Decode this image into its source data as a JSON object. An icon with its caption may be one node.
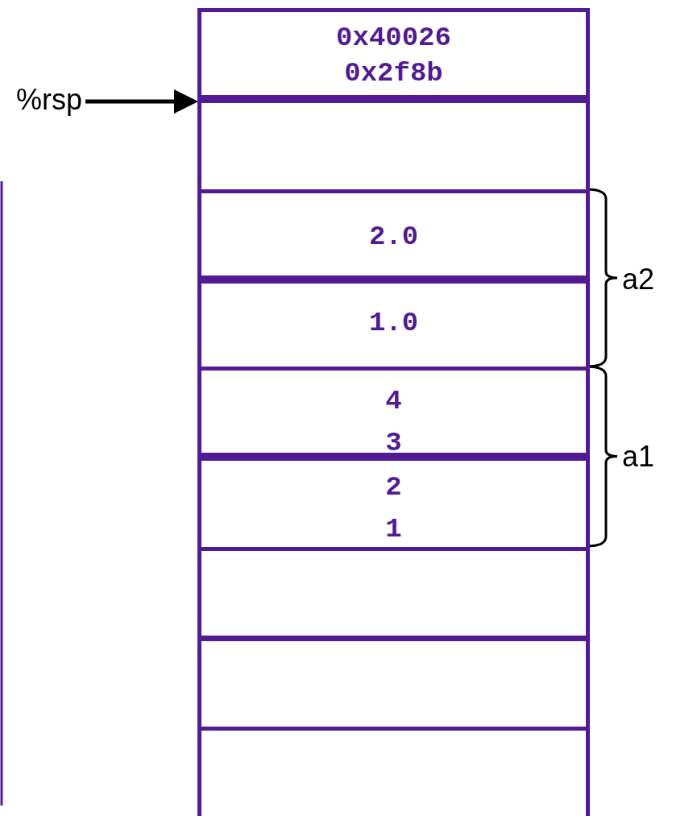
{
  "diagram": {
    "nodes": [
      {
        "text": [
          "0x40026",
          "0x2f8b"
        ]
      },
      {
        "text": [],
        "shape": "box"
      },
      {
        "text": [
          "2.0"
        ]
      },
      {
        "text": [
          "1.0"
        ]
      },
      {
        "text": [
          "4",
          "3"
        ]
      },
      {
        "text": [
          "2",
          "1"
        ]
      },
      {
        "text": [],
        "shape": "box"
      },
      {
        "text": [],
        "shape": "box"
      },
      {
        "text": [],
        "shape": "box"
      },
      {
        "text": [
          "%rsp"
        ]
      }
    ],
    "edges": [
      {
        "from": 9,
        "to": 1,
        "arrow": "to"
      }
    ],
    "labels": [
      "a2",
      "a1"
    ]
  }
}
